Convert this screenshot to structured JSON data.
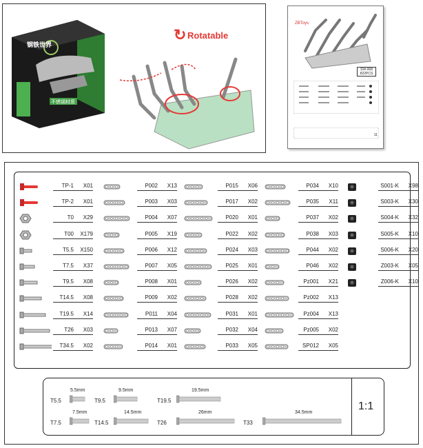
{
  "promo": {
    "rotatable_label": "Rotatable",
    "box_title": "钢铁世界",
    "box_subtitle": "不锈钢材质"
  },
  "manual": {
    "brand": "ZBToys",
    "model": "SW-068",
    "pieces": "822PCS",
    "page": "11"
  },
  "parts_columns": [
    [
      {
        "code": "TP-1",
        "qty": "X01"
      },
      {
        "code": "TP-2",
        "qty": "X01"
      },
      {
        "code": "T0",
        "qty": "X29"
      },
      {
        "code": "T00",
        "qty": "X179"
      },
      {
        "code": "T5.5",
        "qty": "X150"
      },
      {
        "code": "T7.5",
        "qty": "X37"
      },
      {
        "code": "T9.5",
        "qty": "X08"
      },
      {
        "code": "T14.5",
        "qty": "X08"
      },
      {
        "code": "T19.5",
        "qty": "X14"
      },
      {
        "code": "T26",
        "qty": "X03"
      },
      {
        "code": "T34.5",
        "qty": "X02"
      }
    ],
    [
      {
        "code": "P002",
        "qty": "X13"
      },
      {
        "code": "P003",
        "qty": "X03"
      },
      {
        "code": "P004",
        "qty": "X07"
      },
      {
        "code": "P005",
        "qty": "X19"
      },
      {
        "code": "P006",
        "qty": "X12"
      },
      {
        "code": "P007",
        "qty": "X05"
      },
      {
        "code": "P008",
        "qty": "X01"
      },
      {
        "code": "P009",
        "qty": "X02"
      },
      {
        "code": "P011",
        "qty": "X04"
      },
      {
        "code": "P013",
        "qty": "X07"
      },
      {
        "code": "P014",
        "qty": "X01"
      }
    ],
    [
      {
        "code": "P015",
        "qty": "X06"
      },
      {
        "code": "P017",
        "qty": "X02"
      },
      {
        "code": "P020",
        "qty": "X01"
      },
      {
        "code": "P022",
        "qty": "X02"
      },
      {
        "code": "P024",
        "qty": "X03"
      },
      {
        "code": "P025",
        "qty": "X01"
      },
      {
        "code": "P026",
        "qty": "X02"
      },
      {
        "code": "P028",
        "qty": "X02"
      },
      {
        "code": "P031",
        "qty": "X01"
      },
      {
        "code": "P032",
        "qty": "X04"
      },
      {
        "code": "P033",
        "qty": "X05"
      }
    ],
    [
      {
        "code": "P034",
        "qty": "X10"
      },
      {
        "code": "P035",
        "qty": "X11"
      },
      {
        "code": "P037",
        "qty": "X02"
      },
      {
        "code": "P038",
        "qty": "X03"
      },
      {
        "code": "P044",
        "qty": "X02"
      },
      {
        "code": "P046",
        "qty": "X02"
      },
      {
        "code": "Pz001",
        "qty": "X21"
      },
      {
        "code": "Pz002",
        "qty": "X13"
      },
      {
        "code": "Pz004",
        "qty": "X13"
      },
      {
        "code": "Pz005",
        "qty": "X02"
      },
      {
        "code": "SP012",
        "qty": "X05"
      }
    ],
    [
      {
        "code": "S001-K",
        "qty": "X98"
      },
      {
        "code": "S003-K",
        "qty": "X30"
      },
      {
        "code": "S004-K",
        "qty": "X32"
      },
      {
        "code": "S005-K",
        "qty": "X10"
      },
      {
        "code": "S006-K",
        "qty": "X20"
      },
      {
        "code": "Z003-K",
        "qty": "X05"
      },
      {
        "code": "Z006-K",
        "qty": "X10"
      }
    ]
  ],
  "scale": {
    "ratio": "1:1",
    "screws": [
      {
        "label": "T5.5",
        "length": "5.5mm"
      },
      {
        "label": "T9.5",
        "length": "9.5mm"
      },
      {
        "label": "T19.5",
        "length": "19.5mm"
      },
      {
        "label": "T7.5",
        "length": "7.5mm"
      },
      {
        "label": "T14.5",
        "length": "14.5mm"
      },
      {
        "label": "T26",
        "length": "26mm"
      },
      {
        "label": "T33",
        "length": "34.5mm"
      }
    ]
  },
  "colors": {
    "accent_red": "#e53935",
    "box_green": "#4caf50",
    "box_dark": "#1a1a1a"
  }
}
